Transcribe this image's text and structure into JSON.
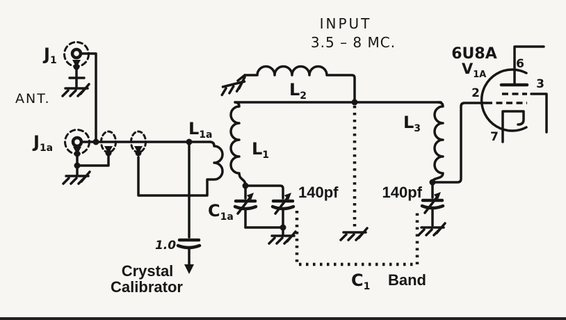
{
  "palette": {
    "ink": "#161616",
    "paper": "#f7f6f2"
  },
  "schematic": {
    "title_input": "INPUT",
    "freq_range": "3.5 – 8 MC.",
    "antenna_label": "ANT.",
    "jacks": {
      "j1": {
        "ref": "J",
        "sub": "1"
      },
      "j1a": {
        "ref": "J",
        "sub": "1a"
      }
    },
    "coils": {
      "l1a": {
        "ref": "L",
        "sub": "1a"
      },
      "l1": {
        "ref": "L",
        "sub": "1"
      },
      "l2": {
        "ref": "L",
        "sub": "2"
      },
      "l3": {
        "ref": "L",
        "sub": "3"
      }
    },
    "caps": {
      "c1a": {
        "ref": "C",
        "sub": "1a"
      },
      "tune_left": {
        "value": "140pf"
      },
      "tune_right": {
        "value": "140pf"
      },
      "gang": {
        "ref": "C",
        "sub": "1",
        "label": "Band"
      },
      "calibrator": {
        "value": "1.0",
        "dest_line1": "Crystal",
        "dest_line2": "Calibrator"
      }
    },
    "tube": {
      "type": "6U8A",
      "ref": "V",
      "sub": "1A",
      "pin_grid": "2",
      "pin_screen": "3",
      "pin_plate": "6",
      "pin_cathode": "7"
    }
  }
}
